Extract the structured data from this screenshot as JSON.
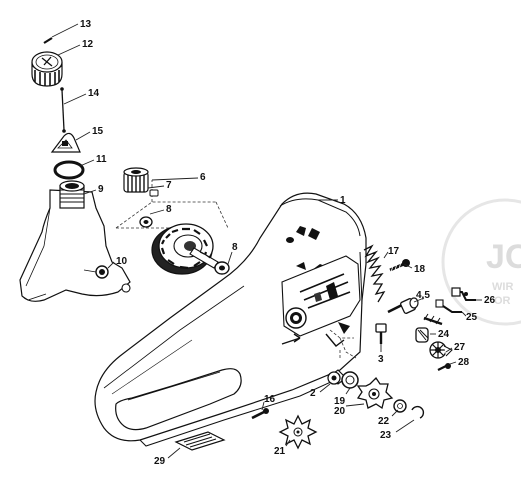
{
  "watermark": {
    "big": "JO",
    "line1": "WIR",
    "line2": "OR"
  },
  "callouts": [
    {
      "id": "c13",
      "text": "13"
    },
    {
      "id": "c12",
      "text": "12"
    },
    {
      "id": "c14",
      "text": "14"
    },
    {
      "id": "c15",
      "text": "15"
    },
    {
      "id": "c11",
      "text": "11"
    },
    {
      "id": "c9",
      "text": "9"
    },
    {
      "id": "c6",
      "text": "6"
    },
    {
      "id": "c7",
      "text": "7"
    },
    {
      "id": "c8a",
      "text": "8"
    },
    {
      "id": "c8b",
      "text": "8"
    },
    {
      "id": "c10",
      "text": "10"
    },
    {
      "id": "c1",
      "text": "1"
    },
    {
      "id": "c17",
      "text": "17"
    },
    {
      "id": "c18",
      "text": "18"
    },
    {
      "id": "c45",
      "text": "4,5"
    },
    {
      "id": "c26",
      "text": "26"
    },
    {
      "id": "c25",
      "text": "25"
    },
    {
      "id": "c24",
      "text": "24"
    },
    {
      "id": "c3",
      "text": "3"
    },
    {
      "id": "c27",
      "text": "27"
    },
    {
      "id": "c28",
      "text": "28"
    },
    {
      "id": "c2",
      "text": "2"
    },
    {
      "id": "c19",
      "text": "19"
    },
    {
      "id": "c20",
      "text": "20"
    },
    {
      "id": "c22",
      "text": "22"
    },
    {
      "id": "c23",
      "text": "23"
    },
    {
      "id": "c16",
      "text": "16"
    },
    {
      "id": "c21",
      "text": "21"
    },
    {
      "id": "c29",
      "text": "29"
    }
  ]
}
